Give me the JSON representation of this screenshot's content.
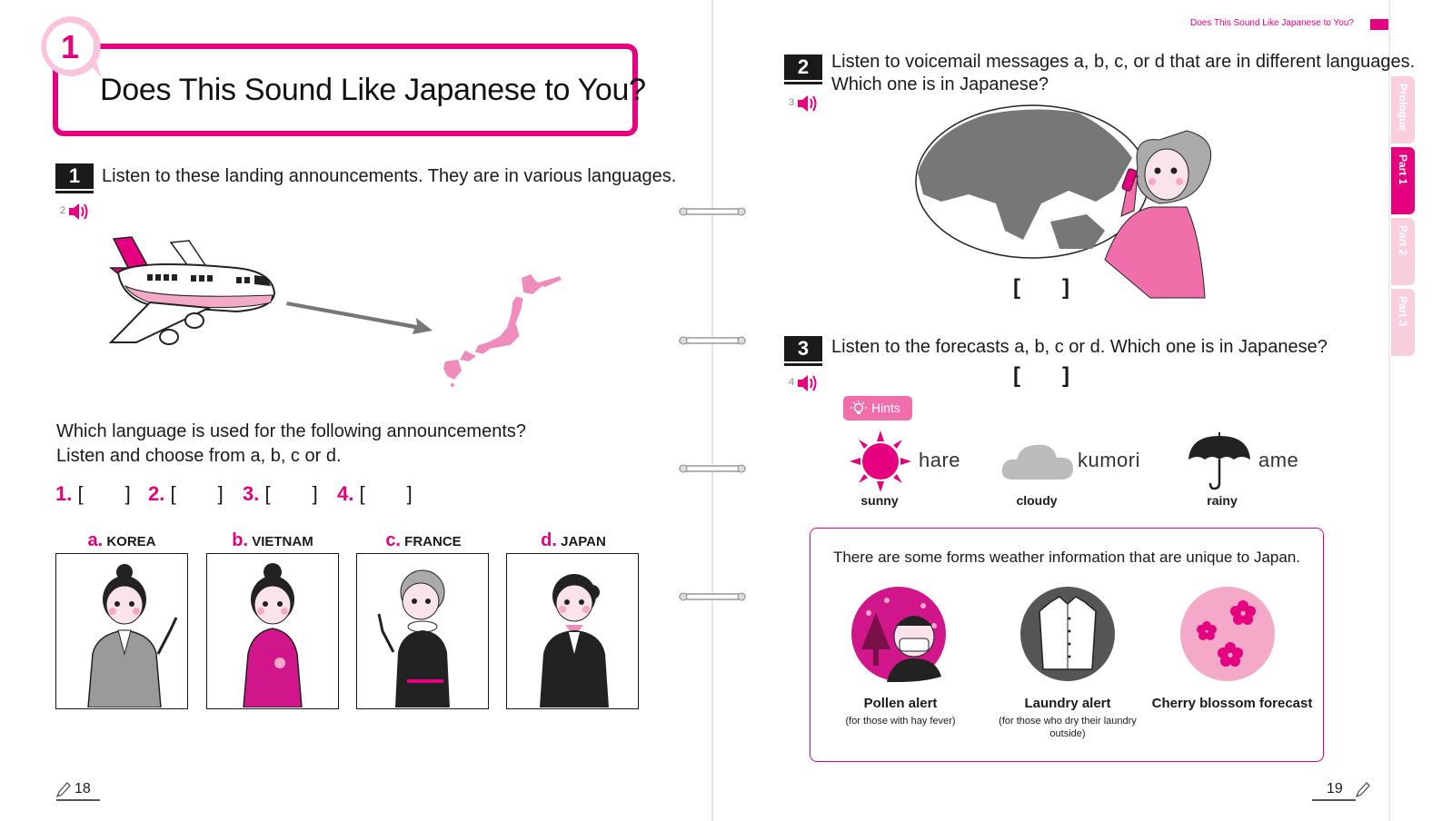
{
  "running_head": "Does This Sound Like Japanese to You?",
  "chapter": {
    "number": "1",
    "title": "Does This Sound Like Japanese to You?"
  },
  "side_tabs": [
    {
      "label": "Prologue",
      "active": false
    },
    {
      "label": "Part 1",
      "active": true
    },
    {
      "label": "Part 2",
      "active": false
    },
    {
      "label": "Part 3",
      "active": false
    }
  ],
  "section1": {
    "number": "1",
    "instruction": "Listen to these landing announcements. They are in various languages.",
    "track": "2",
    "question_line1": "Which language is used for the following announcements?",
    "question_line2": "Listen and choose from a, b, c or d.",
    "answers": [
      {
        "num": "1.",
        "open": "[",
        "close": "]"
      },
      {
        "num": "2.",
        "open": "[",
        "close": "]"
      },
      {
        "num": "3.",
        "open": "[",
        "close": "]"
      },
      {
        "num": "4.",
        "open": "[",
        "close": "]"
      }
    ],
    "options": [
      {
        "letter": "a.",
        "country": "KOREA"
      },
      {
        "letter": "b.",
        "country": "VIETNAM"
      },
      {
        "letter": "c.",
        "country": "FRANCE"
      },
      {
        "letter": "d.",
        "country": "JAPAN"
      }
    ]
  },
  "section2": {
    "number": "2",
    "line1": "Listen to voicemail messages a, b, c, or d that are in different languages.",
    "line2": "Which one is in Japanese?",
    "track": "3",
    "bracket_open": "[",
    "bracket_close": "]"
  },
  "section3": {
    "number": "3",
    "instruction": "Listen to the forecasts a, b, c or d. Which one is in Japanese?",
    "track": "4",
    "bracket_open": "[",
    "bracket_close": "]",
    "hints_label": "Hints",
    "hints": [
      {
        "word": "hare",
        "meaning": "sunny"
      },
      {
        "word": "kumori",
        "meaning": "cloudy"
      },
      {
        "word": "ame",
        "meaning": "rainy"
      }
    ],
    "info_title": "There are some forms weather information that are unique to Japan.",
    "info_items": [
      {
        "title": "Pollen alert",
        "note": "(for those with hay fever)"
      },
      {
        "title": "Laundry alert",
        "note": "(for those who dry their laundry outside)"
      },
      {
        "title": "Cherry blossom forecast",
        "note": ""
      }
    ]
  },
  "page_numbers": {
    "left": "18",
    "right": "19"
  },
  "colors": {
    "accent": "#e4007f",
    "pink_light": "#f5a9c9",
    "gray": "#8a8a8a",
    "dark": "#1a1a1a"
  }
}
